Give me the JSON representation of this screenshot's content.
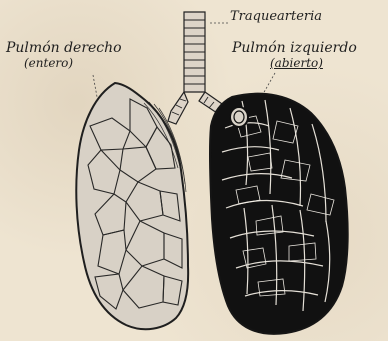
{
  "labels": {
    "trachea": "Traquearteria",
    "right_lung": "Pulmón derecho",
    "right_lung_note": "(entero)",
    "left_lung": "Pulmón izquierdo",
    "left_lung_note": "(abierto)"
  },
  "colors": {
    "background": "#eee4d1",
    "ink": "#1f1f1f",
    "left_lung_fill": "#111111",
    "right_lung_fill": "#d8d1c6"
  }
}
